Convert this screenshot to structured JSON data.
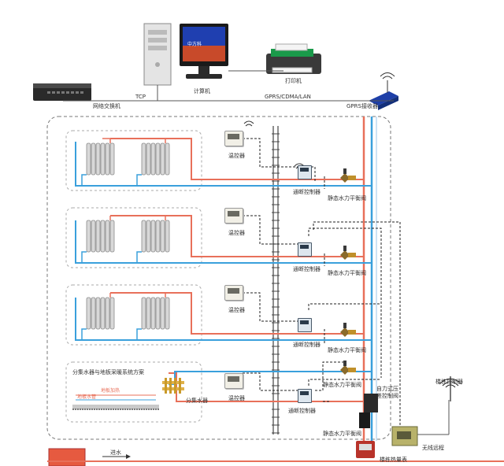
{
  "labels": {
    "network_switch": "网络交换机",
    "tcp": "TCP",
    "computer": "计算机",
    "printer": "打印机",
    "gprs_link": "GPRS/CDMA/LAN",
    "gprs_receiver": "GPRS接收器",
    "thermostat": "温控器",
    "onoff_controller": "通断控制器",
    "balance_valve": "静态水力平衡阀",
    "floor_scheme": "分集水器与地板采暖系统方案",
    "manifold": "分集水器",
    "floor_layer_1": "地板加热",
    "floor_layer_2": "地板水管",
    "self_valve_controller": "自力式压差控制阀",
    "building_controller": "楼栋控制器",
    "wireless_remote": "无线远程",
    "building_heat_meter": "楼栋热量表",
    "supply_water": "进水",
    "monitor_text": "中方科"
  },
  "colors": {
    "supply_pipe": "#e8705a",
    "return_pipe": "#3aa0dc",
    "dashed_signal": "#222222",
    "region_border": "#777777"
  }
}
